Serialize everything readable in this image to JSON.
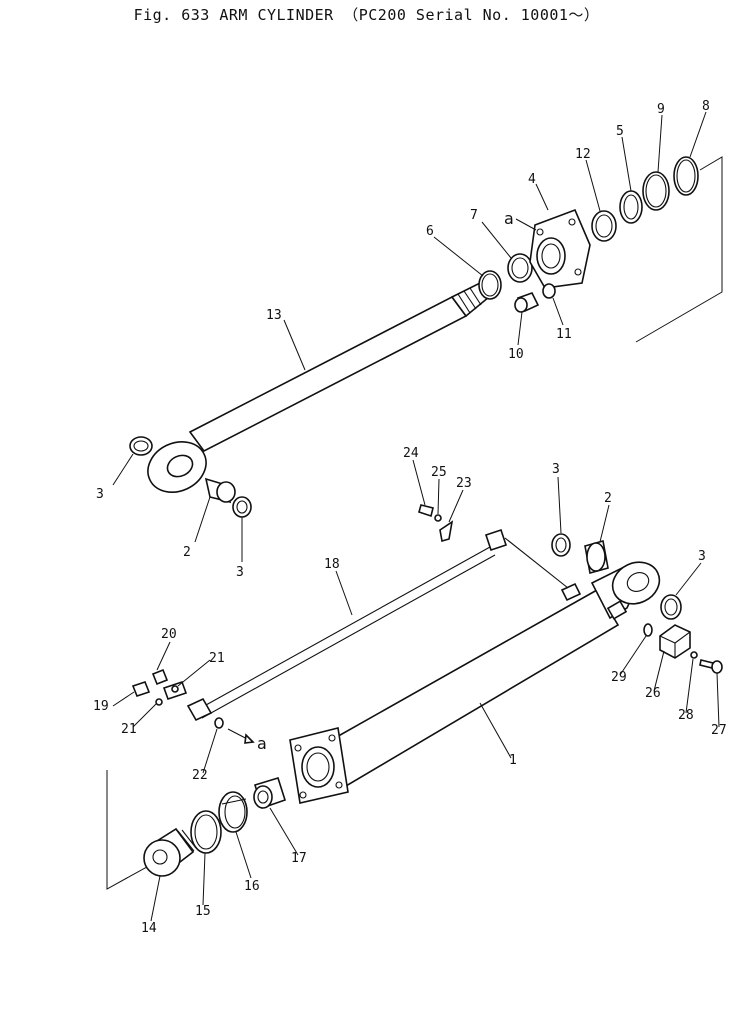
{
  "title": "Fig. 633   ARM CYLINDER  （PC200 Serial No. 10001～）",
  "callouts": {
    "p1": "1",
    "p2a": "2",
    "p2b": "2",
    "p3a": "3",
    "p3b": "3",
    "p3c": "3",
    "p3d": "3",
    "p4": "4",
    "p5": "5",
    "p6": "6",
    "p7": "7",
    "p8": "8",
    "p9": "9",
    "p10": "10",
    "p11": "11",
    "p12": "12",
    "p13": "13",
    "p14": "14",
    "p15": "15",
    "p16": "16",
    "p17": "17",
    "p18": "18",
    "p19": "19",
    "p20": "20",
    "p21a": "21",
    "p21b": "21",
    "p22": "22",
    "p23": "23",
    "p24": "24",
    "p25": "25",
    "p26": "26",
    "p27": "27",
    "p28": "28",
    "p29": "29",
    "refA1": "a",
    "refA2": "a"
  }
}
